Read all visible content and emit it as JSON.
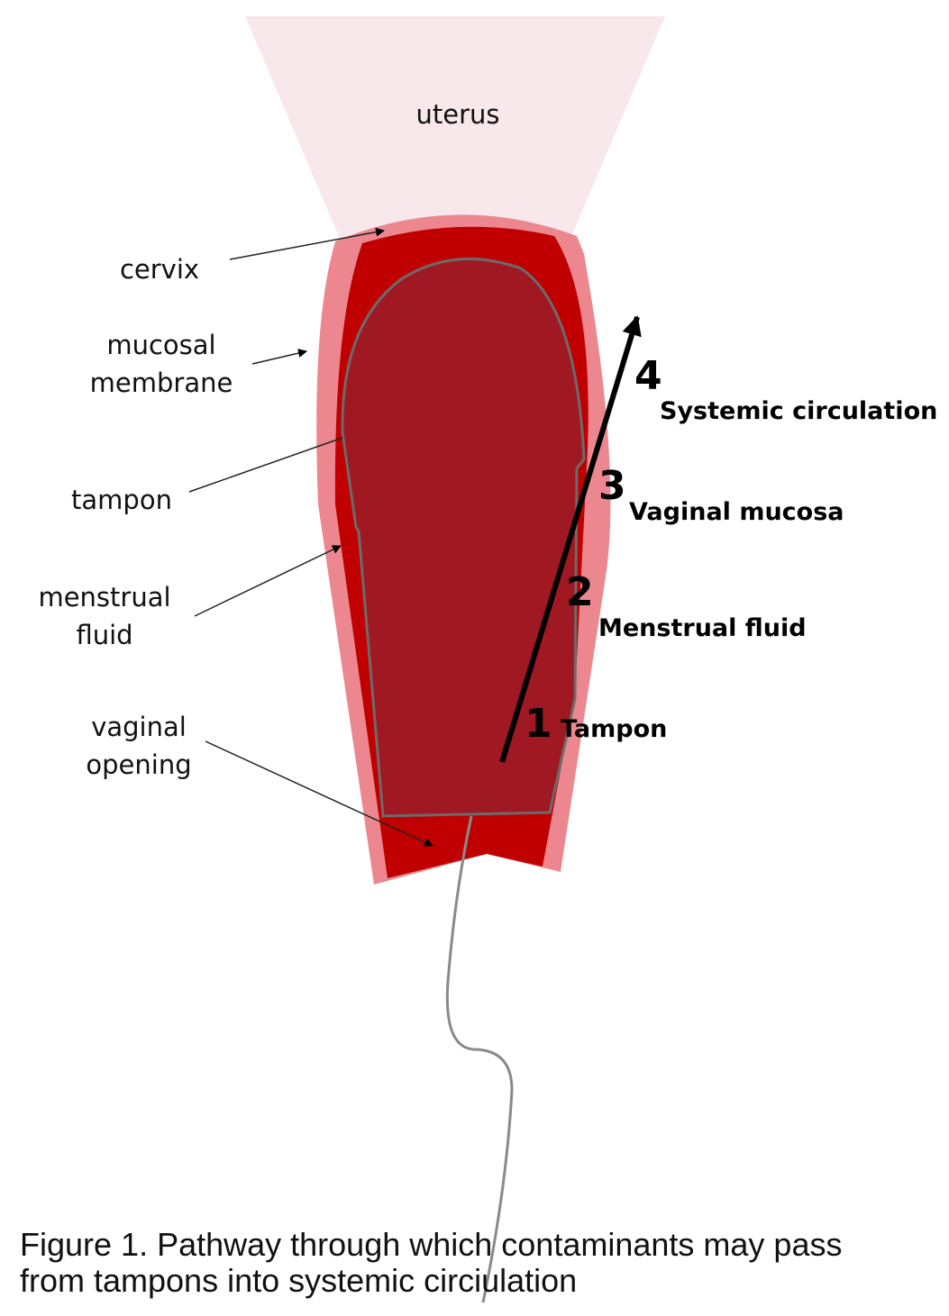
{
  "labels": {
    "uterus": "uterus",
    "cervix": "cervix",
    "mucosal_membrane": "mucosal\nmembrane",
    "tampon": "tampon",
    "menstrual_fluid": "menstrual\nfluid",
    "vaginal_opening": "vaginal\nopening"
  },
  "pathway_steps": [
    {
      "number": "1",
      "label": "Tampon"
    },
    {
      "number": "2",
      "label": "Menstrual fluid"
    },
    {
      "number": "3",
      "label": "Vaginal mucosa"
    },
    {
      "number": "4",
      "label": "Systemic circulation"
    }
  ],
  "caption": {
    "line1": "Figure 1. Pathway through which contaminants may pass",
    "line2": "from tampons into systemic circiulation"
  },
  "colors": {
    "uterus": "#f8e8ec",
    "mucosa": "#ec8790",
    "fluid": "#c00000",
    "tampon": "#a01822",
    "tampon_outline": "#6b6b6b",
    "arrow": "#000000"
  }
}
